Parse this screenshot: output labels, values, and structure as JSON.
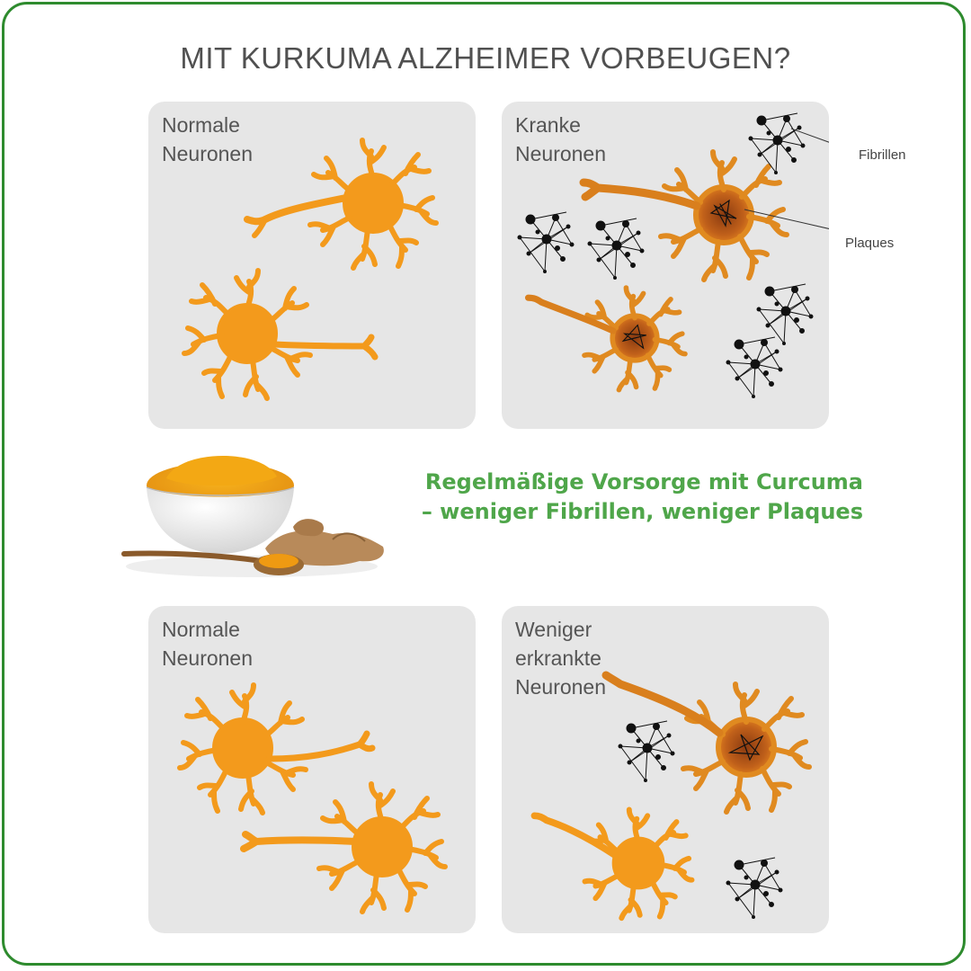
{
  "title": "MIT KURKUMA ALZHEIMER VORBEUGEN?",
  "panels": {
    "top_left": {
      "label_line1": "Normale",
      "label_line2": "Neuronen"
    },
    "top_right": {
      "label_line1": "Kranke",
      "label_line2": "Neuronen"
    },
    "bottom_left": {
      "label_line1": "Normale",
      "label_line2": "Neuronen"
    },
    "bottom_right": {
      "label_line1": "Weniger",
      "label_line2": "erkrankte",
      "label_line3": "Neuronen"
    }
  },
  "callouts": {
    "fibrils": "Fibrillen",
    "plaques": "Plaques"
  },
  "slogan": {
    "line1": "Regelmäßige Vorsorge mit Curcuma",
    "line2": "– weniger Fibrillen, weniger Plaques"
  },
  "colors": {
    "frame": "#2e8b2e",
    "panel_bg": "#e6e6e6",
    "neuron": "#f39a1c",
    "neuron_sick": "#c0601a",
    "slogan": "#4fa64a",
    "title": "#505050"
  },
  "icons": [
    "neuron-icon",
    "fibril-icon",
    "turmeric-bowl-icon",
    "wooden-spoon-icon",
    "turmeric-root-icon"
  ]
}
